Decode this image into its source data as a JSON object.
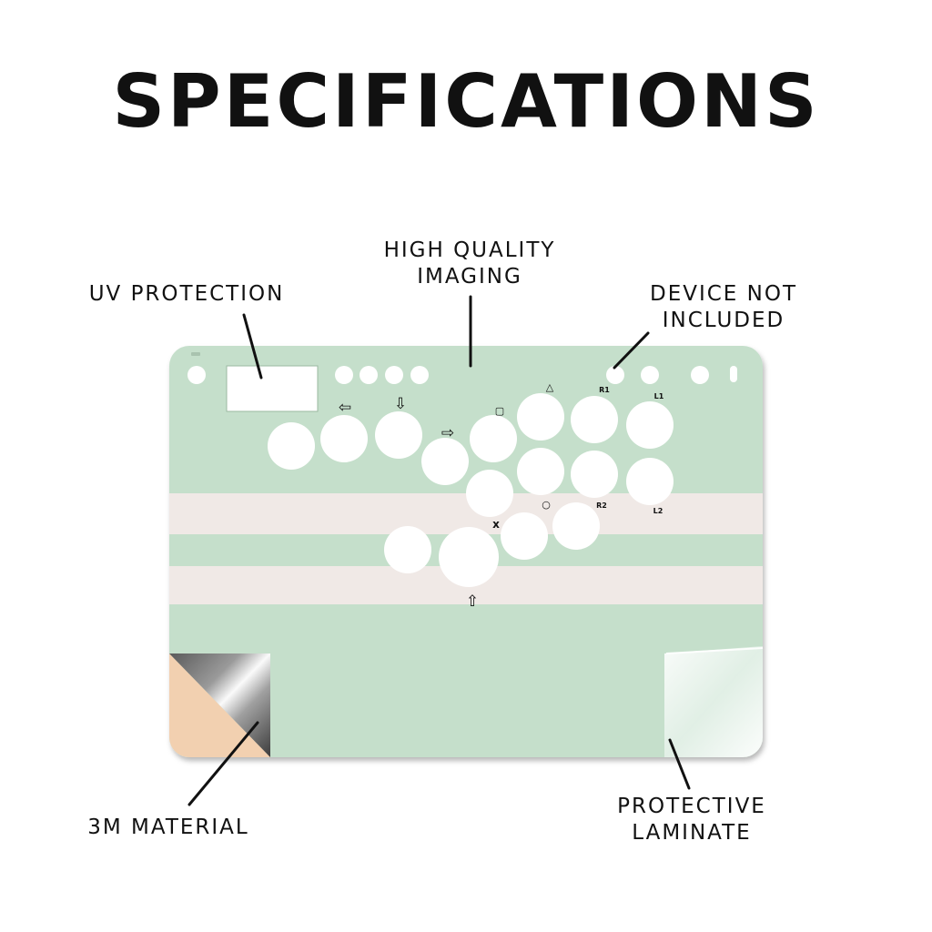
{
  "header": {
    "title": "SPECIFICATIONS"
  },
  "callouts": {
    "uv_protection": [
      "UV PROTECTION"
    ],
    "high_quality_imaging": [
      "HIGH QUALITY",
      "IMAGING"
    ],
    "device_not_included": [
      "DEVICE NOT",
      "INCLUDED"
    ],
    "material": [
      "3M MATERIAL"
    ],
    "protective_laminate": [
      "PROTECTIVE",
      "LAMINATE"
    ]
  },
  "button_glyphs": {
    "left": "⇦",
    "down": "⇩",
    "right": "⇨",
    "up": "⇧",
    "square": "▢",
    "triangle": "△",
    "circle": "○",
    "cross": "x",
    "r1": "R1",
    "l1": "L1",
    "r2": "R2",
    "l2": "L2"
  },
  "colors": {
    "panel": "#c5dfcb",
    "stripe": "#f0e9e6",
    "backing": "#f2d0b0",
    "outline": "#111111"
  }
}
